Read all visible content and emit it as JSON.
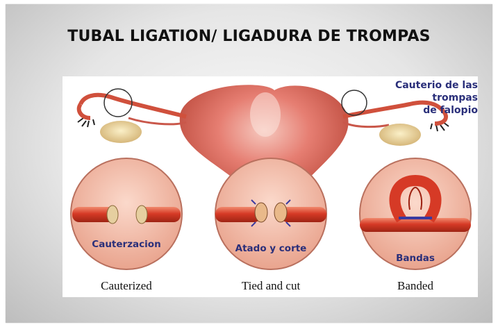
{
  "title": "TUBAL LIGATION/ LIGADURA DE TROMPAS",
  "annotation": {
    "line1": "Cauterio de las trompas",
    "line2": "de falopio"
  },
  "panels": [
    {
      "label": "Cauterzacion",
      "caption": "Cauterized"
    },
    {
      "label": "Atado y corte",
      "caption": "Tied and cut"
    },
    {
      "label": "Bandas",
      "caption": "Banded"
    }
  ],
  "colors": {
    "tube": "#d8402c",
    "uterus": "#e8857a",
    "circle_fill": "#f4c2b0",
    "label_text": "#2a2f7a",
    "band": "#3a3aa0"
  }
}
